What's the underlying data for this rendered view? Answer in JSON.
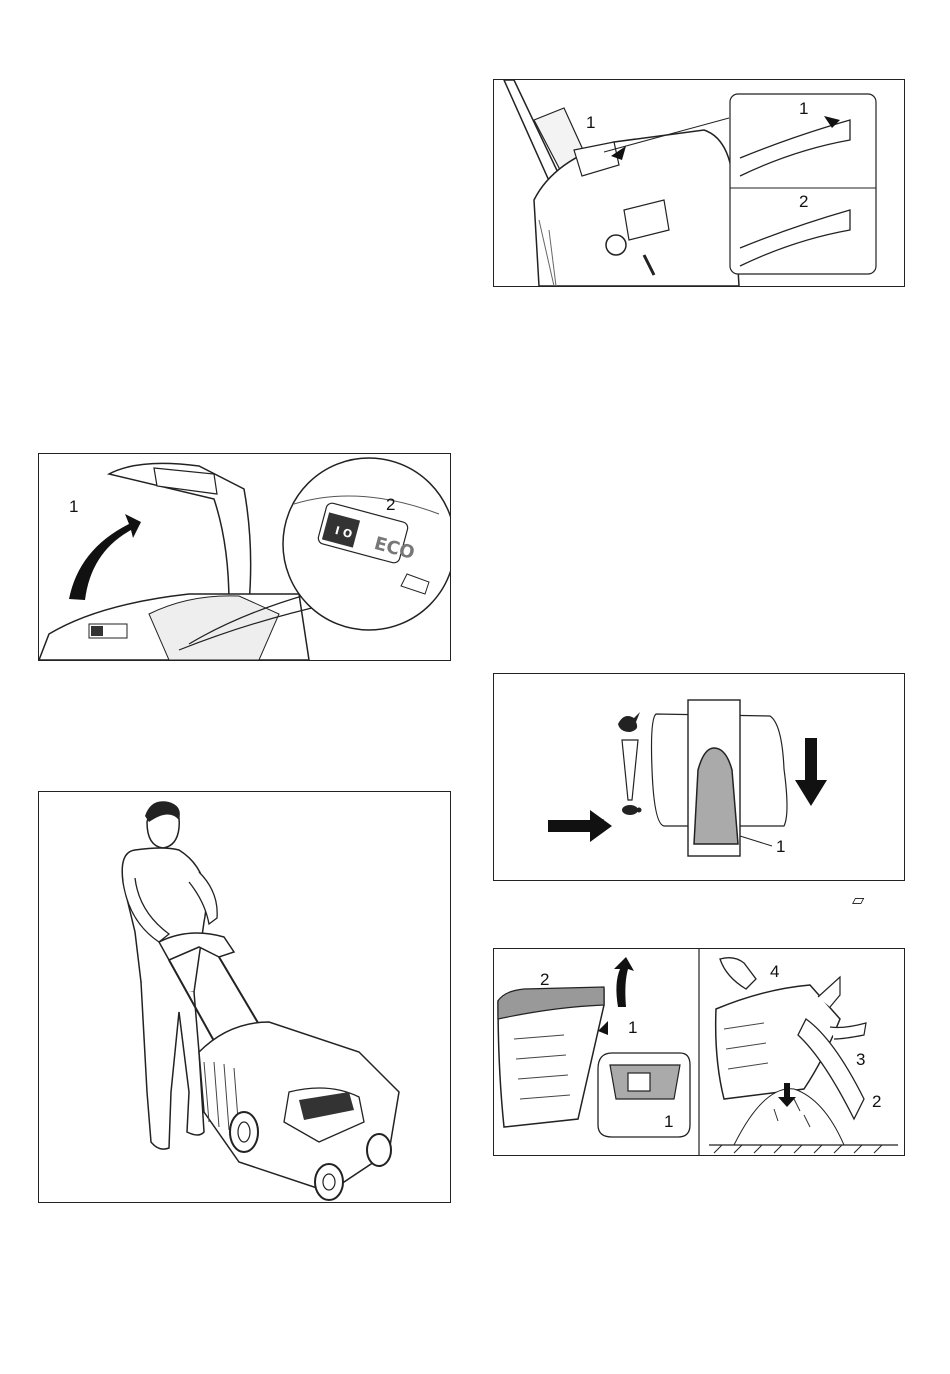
{
  "figures": {
    "height_indicator": {
      "callouts": [
        "1",
        "1",
        "2"
      ]
    },
    "switch_cover": {
      "callouts": [
        "1",
        "2"
      ],
      "switch_symbol": "I O",
      "eco_label": "ECO"
    },
    "mowing_operator": {},
    "speed_lever": {
      "callouts": [
        "1"
      ]
    },
    "grass_box": {
      "callouts": [
        "2",
        "1",
        "1",
        "4",
        "3",
        "2"
      ]
    }
  },
  "page": {
    "stray_symbol": "▱"
  },
  "icons": {
    "rabbit": "rabbit-icon",
    "turtle": "turtle-icon",
    "push_arrow": "arrow-right-icon",
    "down_arrow": "arrow-down-icon",
    "lift_arrow": "curved-arrow-icon"
  }
}
